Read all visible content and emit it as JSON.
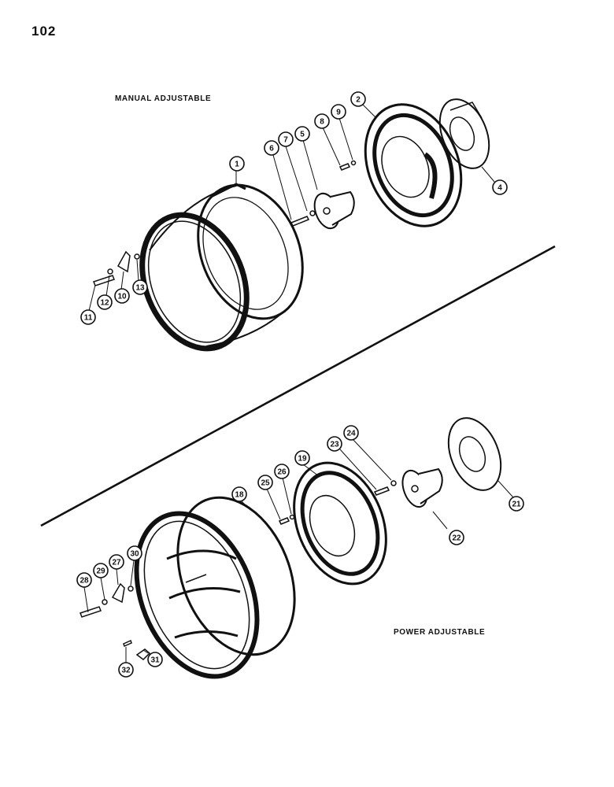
{
  "page": {
    "number": "102"
  },
  "sections": {
    "manual": {
      "title": "MANUAL ADJUSTABLE"
    },
    "power": {
      "title": "POWER ADJUSTABLE"
    }
  },
  "callouts": {
    "c1": "1",
    "c2": "2",
    "c4": "4",
    "c5": "5",
    "c6": "6",
    "c7": "7",
    "c8": "8",
    "c9": "9",
    "c10": "10",
    "c11": "11",
    "c12": "12",
    "c13": "13",
    "c18": "18",
    "c19": "19",
    "c21": "21",
    "c22": "22",
    "c23": "23",
    "c24": "24",
    "c25": "25",
    "c26": "26",
    "c27": "27",
    "c28": "28",
    "c29": "29",
    "c30": "30",
    "c31": "31",
    "c32": "32"
  }
}
